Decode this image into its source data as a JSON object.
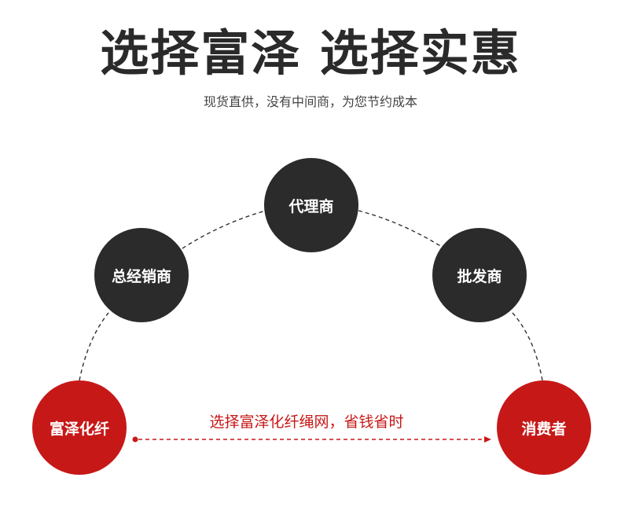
{
  "header": {
    "title": "选择富泽 选择实惠",
    "subtitle": "现货直供，没有中间商，为您节约成本"
  },
  "nodes": {
    "agent": "代理商",
    "general": "总经销商",
    "wholesale": "批发商",
    "fuze": "富泽化纤",
    "consumer": "消费者"
  },
  "direct_path": {
    "label": "选择富泽化纤绳网，省钱省时"
  },
  "colors": {
    "dark_node": "#2b2b2b",
    "red_node": "#c71818",
    "dashed_line": "#333333",
    "red_arrow": "#c71818"
  }
}
